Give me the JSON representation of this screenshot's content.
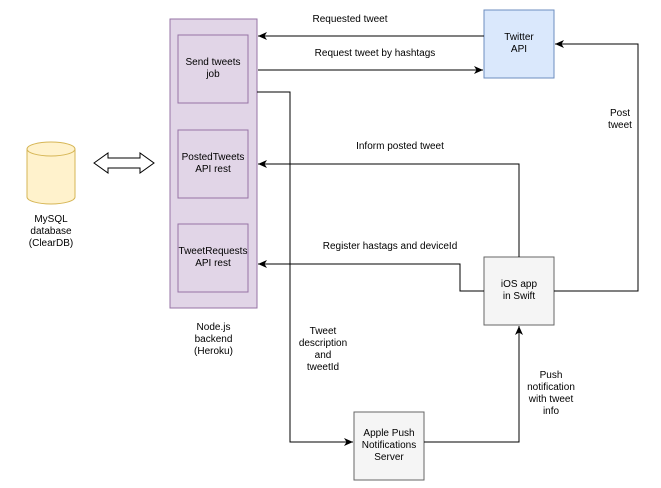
{
  "nodes": {
    "mysql": "MySQL\ndatabase\n(ClearDB)",
    "backend": "Node.js\nbackend\n(Heroku)",
    "send_tweets_job": "Send tweets\njob",
    "posted_tweets_api": "PostedTweets\nAPI rest",
    "tweet_requests_api": "TweetRequests\nAPI rest",
    "twitter_api": "Twitter\nAPI",
    "ios_app": "iOS app\nin Swift",
    "apns": "Apple Push\nNotifications\nServer"
  },
  "edges": {
    "requested_tweet": "Requested tweet",
    "request_by_hashtags": "Request tweet by hashtags",
    "inform_posted_tweet": "Inform posted tweet",
    "register_hashtags": "Register hastags and deviceId",
    "post_tweet": "Post\ntweet",
    "tweet_description": "Tweet\ndescription\nand\ntweetId",
    "push_notification": "Push\nnotification\nwith tweet\ninfo"
  },
  "colors": {
    "backend_fill": "#e1d5e7",
    "backend_stroke": "#9673a6",
    "twitter_fill": "#dae8fc",
    "twitter_stroke": "#6c8ebf",
    "db_fill": "#fff2cc",
    "db_stroke": "#d6b656",
    "gray_fill": "#f5f5f5",
    "gray_stroke": "#666666"
  }
}
